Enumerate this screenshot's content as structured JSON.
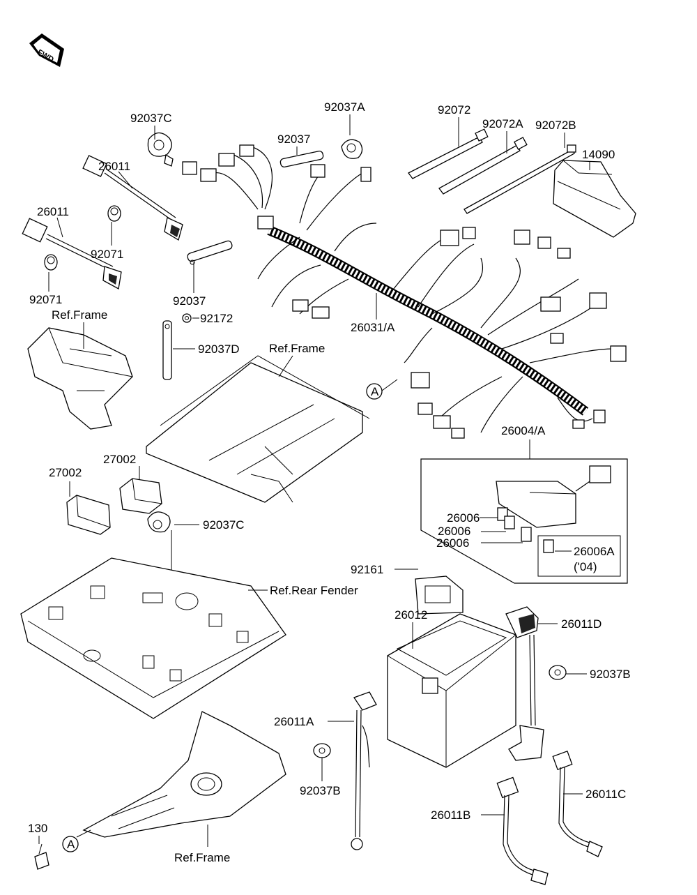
{
  "fwd_badge": "FWD",
  "labels": {
    "p92037C_top": "92037C",
    "p92037A": "92037A",
    "p92037_top": "92037",
    "p92072": "92072",
    "p92072A": "92072A",
    "p92072B": "92072B",
    "p14090": "14090",
    "p26011_a": "26011",
    "p26011_b": "26011",
    "p92071_a": "92071",
    "p92071_b": "92071",
    "p92037_mid": "92037",
    "p92172": "92172",
    "p92037D": "92037D",
    "ref_frame_left": "Ref.Frame",
    "ref_frame_mid": "Ref.Frame",
    "p26031A": "26031/A",
    "circle_a_top": "A",
    "p26004A": "26004/A",
    "p27002_a": "27002",
    "p27002_b": "27002",
    "p92037C_mid": "92037C",
    "p26006_a": "26006",
    "p26006_b": "26006",
    "p26006_c": "26006",
    "p26006A": "26006A",
    "p26006A_note": "('04)",
    "p92161": "92161",
    "ref_rear_fender": "Ref.Rear Fender",
    "p26012": "26012",
    "p26011D": "26011D",
    "p92037B_right": "92037B",
    "p26011A": "26011A",
    "p92037B_left": "92037B",
    "p26011C": "26011C",
    "p26011B": "26011B",
    "p130": "130",
    "circle_a_bottom": "A",
    "ref_frame_bottom": "Ref.Frame"
  }
}
